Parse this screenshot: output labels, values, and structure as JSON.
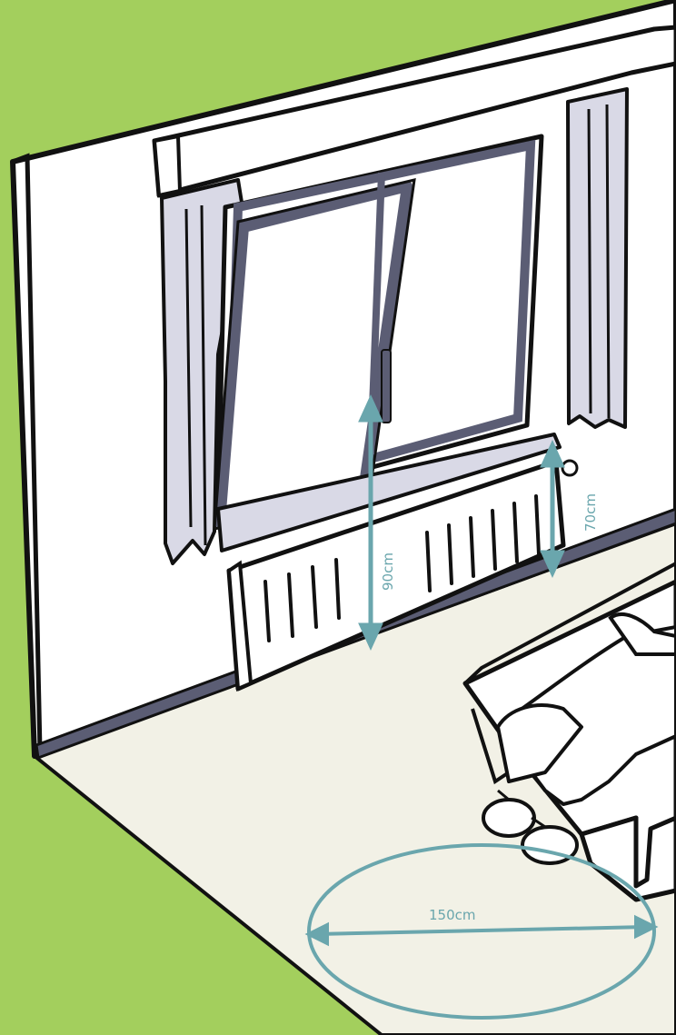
{
  "colors": {
    "background": "#a3cf5d",
    "wall": "#ffffff",
    "floor": "#f2f1e6",
    "curtain": "#d9d9e6",
    "window_frame": "#5b5d74",
    "measure": "#6aa6ad",
    "outline": "#111111"
  },
  "measurements": {
    "window_sill_height": "90cm",
    "radiator_clearance": "70cm",
    "turning_circle_diameter": "150cm"
  }
}
